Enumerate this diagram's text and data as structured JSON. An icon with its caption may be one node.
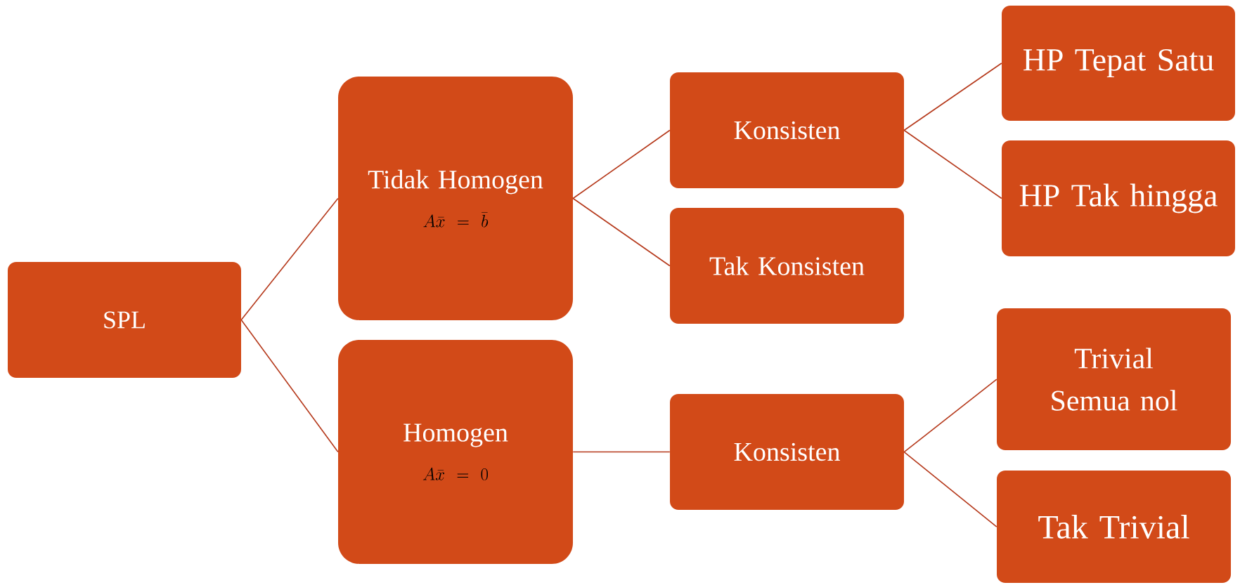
{
  "diagram": {
    "nodes": [
      {
        "text": [
          "SPL"
        ]
      },
      {
        "text": [
          "Tidak Homogen",
          "A\\bar{x}=\\bar{b}"
        ]
      },
      {
        "text": [
          "Homogen",
          "A\\bar{x}=0"
        ]
      },
      {
        "text": [
          "Konsisten"
        ]
      },
      {
        "text": [
          "Tak Konsisten"
        ]
      },
      {
        "text": [
          "Konsisten"
        ]
      },
      {
        "text": [
          "HP Tepat Satu"
        ]
      },
      {
        "text": [
          "HP Tak hingga"
        ]
      },
      {
        "text": [
          "Trivial",
          "Semua nol"
        ]
      },
      {
        "text": [
          "Tak Trivial"
        ]
      }
    ],
    "edges": [
      {
        "from": 0,
        "to": 1,
        "arrow": "none"
      },
      {
        "from": 0,
        "to": 2,
        "arrow": "none"
      },
      {
        "from": 1,
        "to": 3,
        "arrow": "none"
      },
      {
        "from": 1,
        "to": 4,
        "arrow": "none"
      },
      {
        "from": 2,
        "to": 5,
        "arrow": "none"
      },
      {
        "from": 3,
        "to": 6,
        "arrow": "none"
      },
      {
        "from": 3,
        "to": 7,
        "arrow": "none"
      },
      {
        "from": 5,
        "to": 8,
        "arrow": "none"
      },
      {
        "from": 5,
        "to": 9,
        "arrow": "none"
      }
    ]
  }
}
